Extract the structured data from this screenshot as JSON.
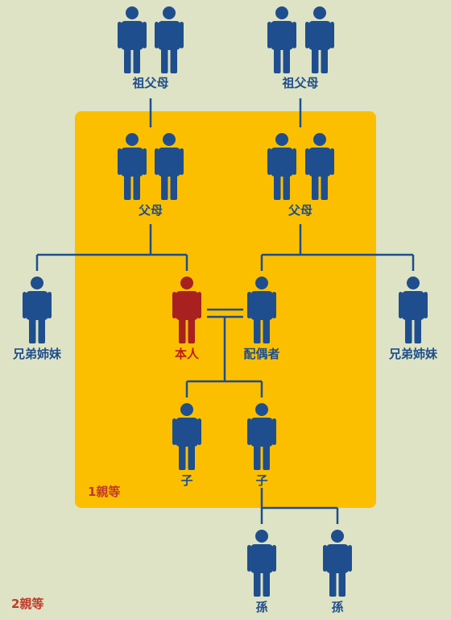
{
  "diagram": {
    "colors": {
      "background": "#dde3c4",
      "first_degree_box": "#fcbf00",
      "person": "#1e4e8e",
      "self": "#a82020",
      "line": "#1e4e8e",
      "degree_text": "#c0392b"
    },
    "labels": {
      "grandparents_left": "祖父母",
      "grandparents_right": "祖父母",
      "parents_left": "父母",
      "parents_right": "父母",
      "siblings_left": "兄弟姉妹",
      "self": "本人",
      "spouse": "配偶者",
      "siblings_right": "兄弟姉妹",
      "child_1": "子",
      "child_2": "子",
      "grandchild_1": "孫",
      "grandchild_2": "孫"
    },
    "degree_1": "1親等",
    "degree_2": "2親等"
  }
}
